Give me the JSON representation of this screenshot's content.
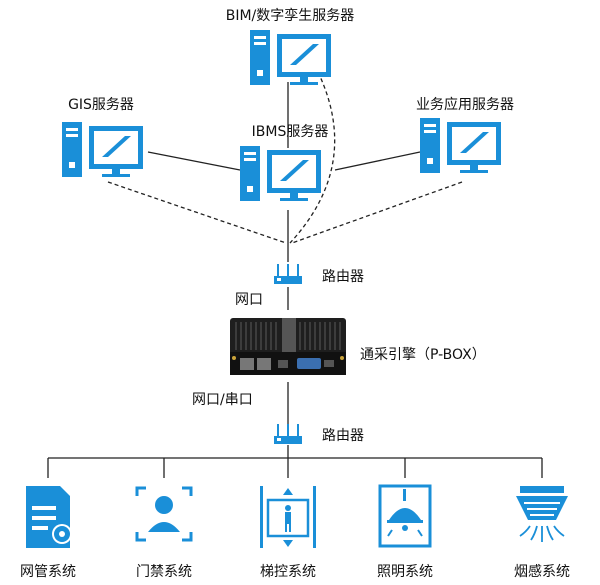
{
  "servers": {
    "bim": "BIM/数字孪生服务器",
    "gis": "GIS服务器",
    "ibms": "IBMS服务器",
    "business": "业务应用服务器"
  },
  "router_top": "路由器",
  "router_bottom": "路由器",
  "network_port": "网口",
  "engine": "通采引擎（P-BOX）",
  "port_serial": "网口/串口",
  "subsystems": [
    "网管系统",
    "门禁系统",
    "梯控系统",
    "照明系统",
    "烟感系统"
  ],
  "colors": {
    "accent": "#1a8fd8",
    "line": "#222222",
    "box": "#2a2a2a"
  },
  "icons": {
    "server": "server-computer-icon",
    "router": "router-icon",
    "network": "network-management-icon",
    "access": "access-control-icon",
    "elevator": "elevator-icon",
    "lighting": "lighting-icon",
    "smoke": "smoke-detector-icon"
  }
}
